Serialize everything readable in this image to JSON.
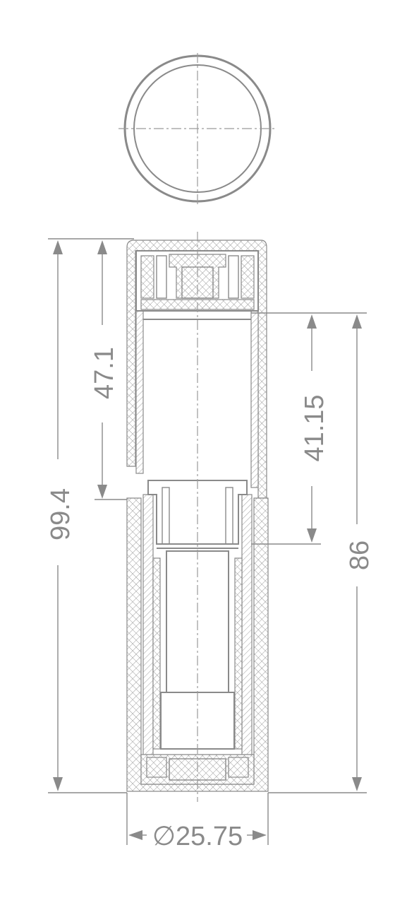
{
  "dimensions": {
    "total_height": "99.4",
    "cap_height": "47.1",
    "inner_height": "41.15",
    "base_height": "86",
    "diameter": "∅25.75"
  },
  "colors": {
    "line": "#8a8a8a",
    "background": "#ffffff"
  }
}
